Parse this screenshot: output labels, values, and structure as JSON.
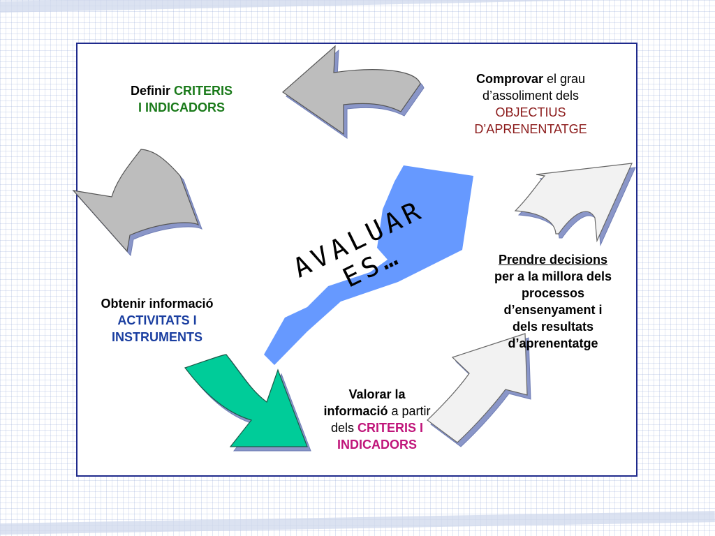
{
  "colors": {
    "frame_border": "#1f2a8c",
    "center_arrow": "#6699ff",
    "green_arrow": "#00cc99",
    "gray_arrow": "#bdbdbd",
    "light_arrow": "#f2f2f2",
    "shadow": "#8a96c8"
  },
  "center": {
    "line1": "AVALUAR",
    "line2": "ES…"
  },
  "nodes": {
    "definir": {
      "word1": "Definir",
      "word2": "CRITERIS",
      "line2": "I INDICADORS"
    },
    "comprovar": {
      "word1": "Comprovar",
      "word2": "el grau",
      "line2": "d’assoliment dels",
      "line3": "OBJECTIUS",
      "line4": "D’APRENENTATGE"
    },
    "prendre": {
      "line1": "Prendre decisions",
      "line2": "per a la millora dels",
      "line3": "processos",
      "line4": "d’ensenyament i",
      "line5": "dels resultats",
      "line6": "d’aprenentatge"
    },
    "valorar": {
      "line1": "Valorar la",
      "word1": "informació",
      "word2": "a partir",
      "word3": "dels",
      "word4": "CRITERIS I",
      "line4": "INDICADORS"
    },
    "obtenir": {
      "line1": "Obtenir informació",
      "line2": "ACTIVITATS I",
      "line3": "INSTRUMENTS"
    }
  }
}
